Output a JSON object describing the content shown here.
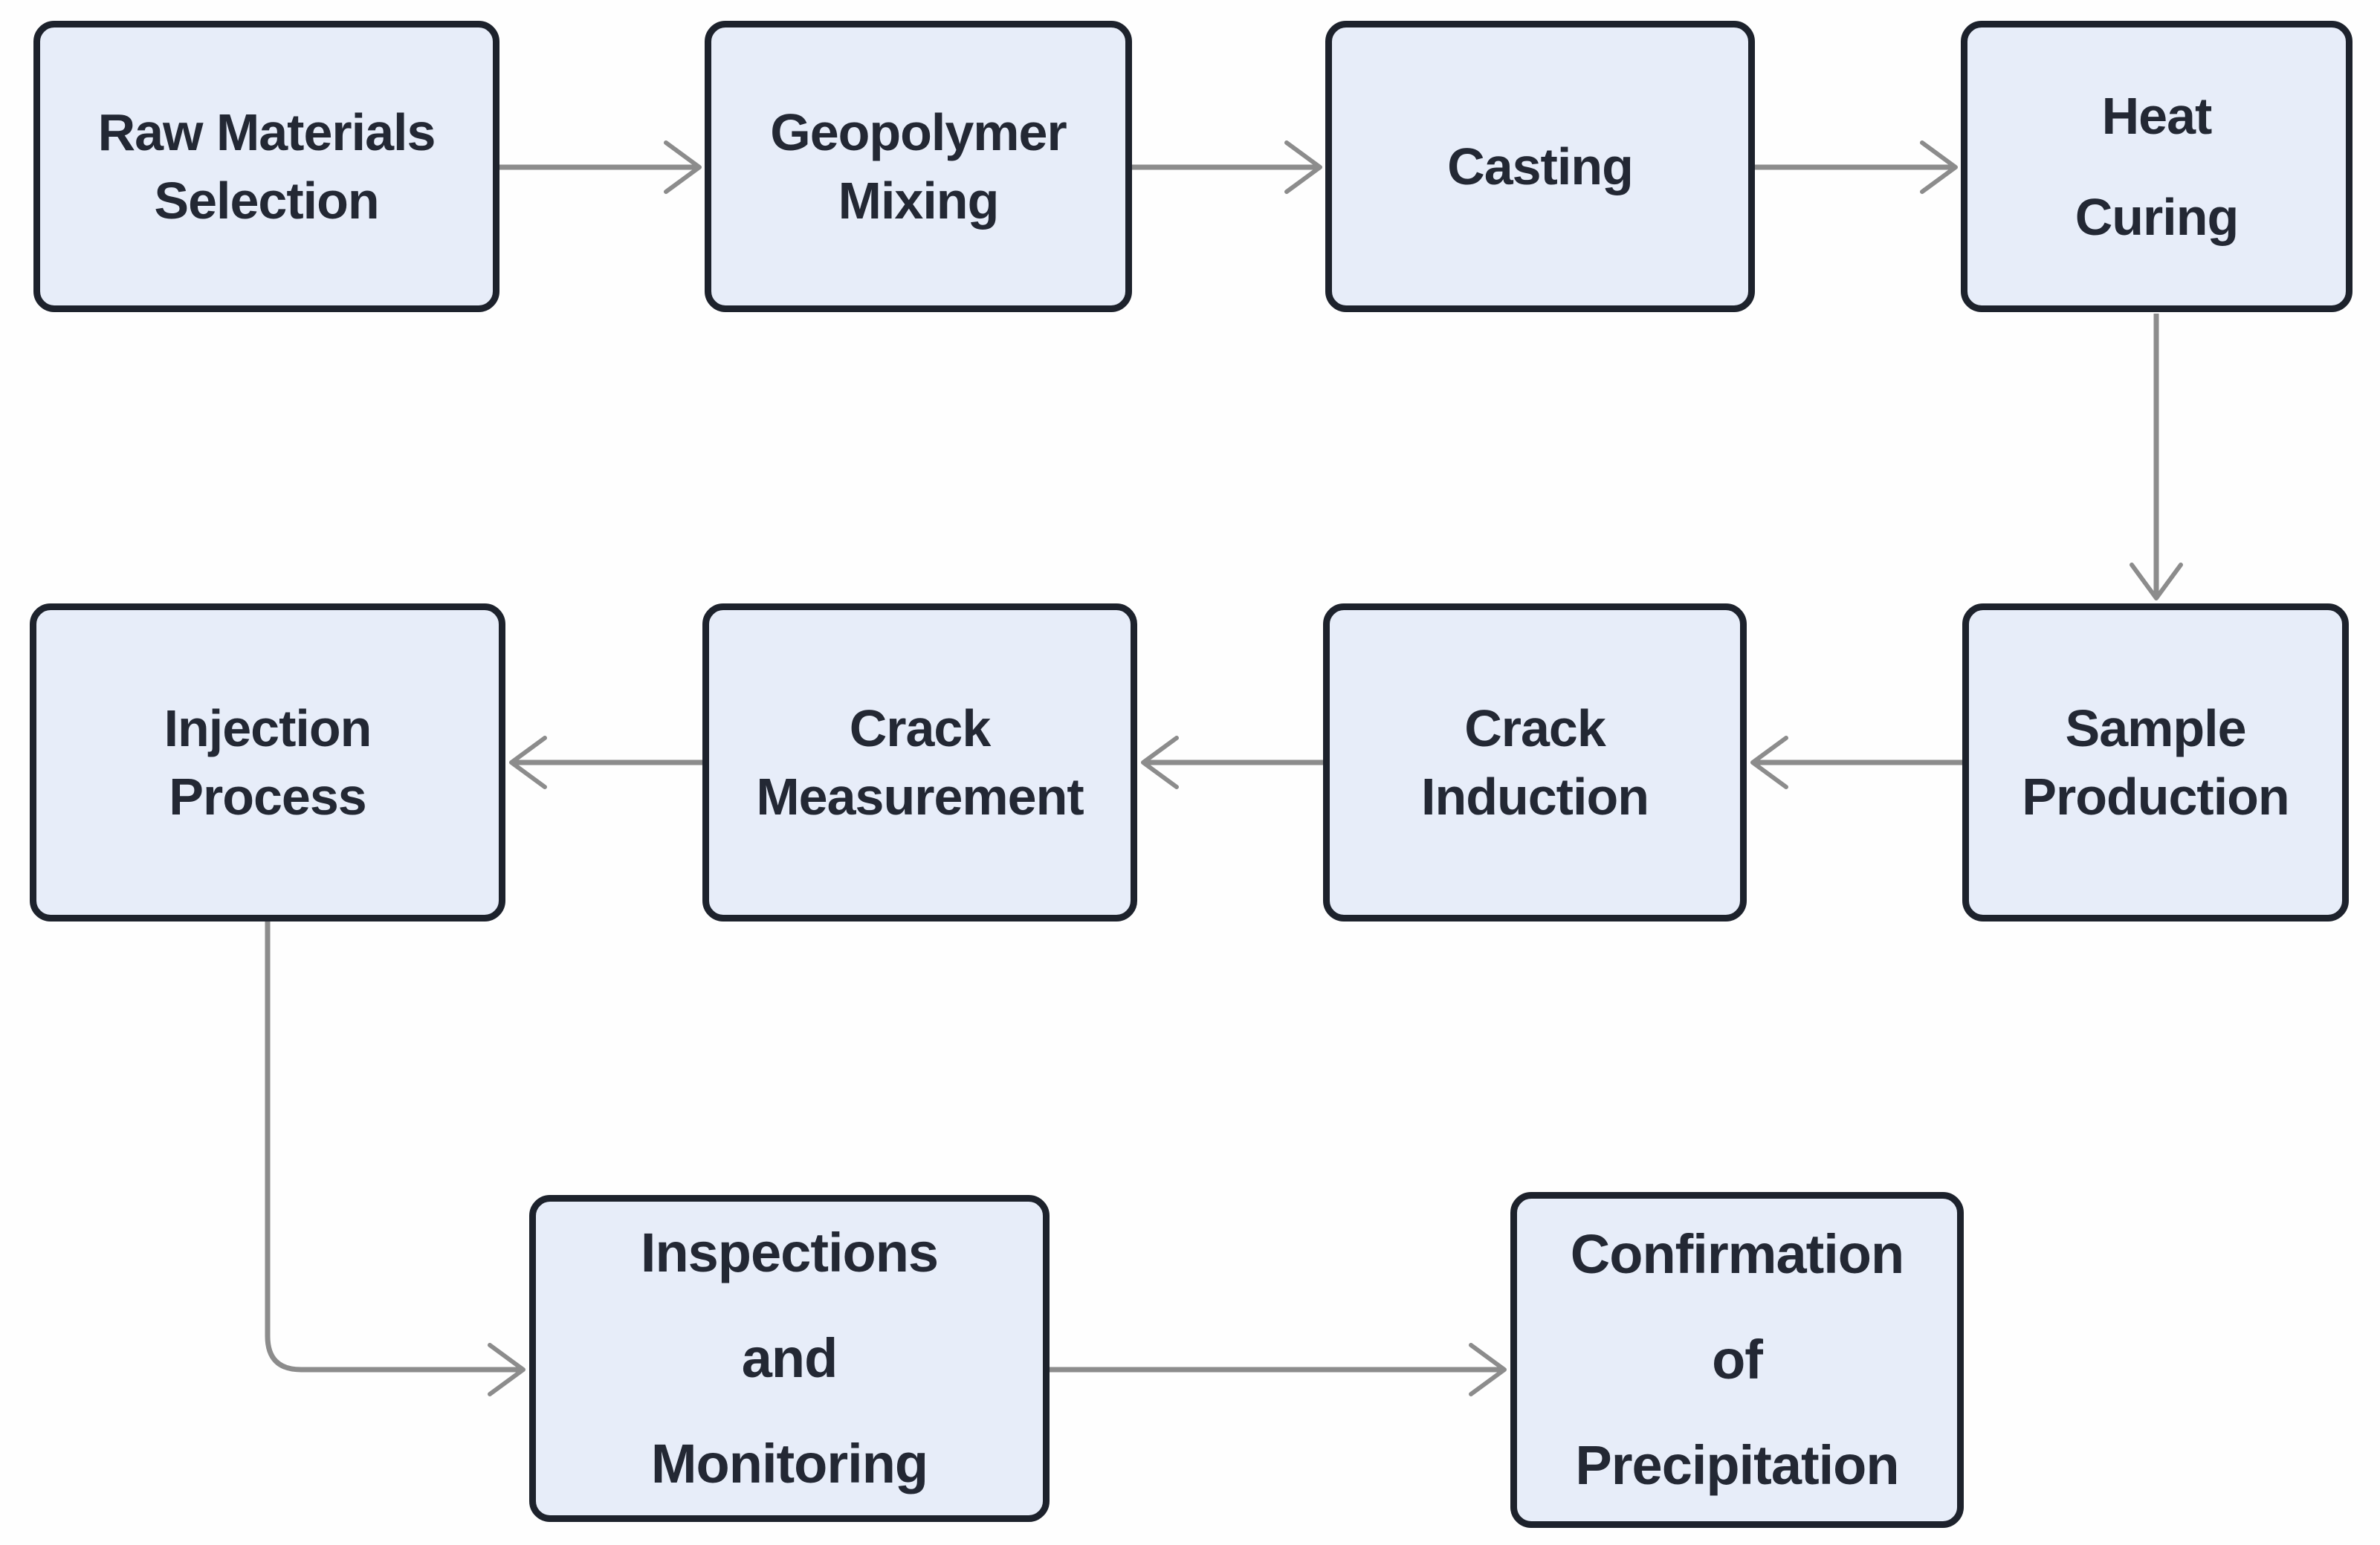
{
  "theme": {
    "background": "#fefefe",
    "node_fill": "#e7edf9",
    "node_border": "#1d222c",
    "text_color": "#232834",
    "arrow_color": "#8c8c8c"
  },
  "nodes": [
    {
      "id": "raw-materials-selection",
      "lines": [
        "Raw Materials",
        "Selection"
      ]
    },
    {
      "id": "geopolymer-mixing",
      "lines": [
        "Geopolymer",
        "Mixing"
      ]
    },
    {
      "id": "casting",
      "lines": [
        "Casting"
      ]
    },
    {
      "id": "heat-curing",
      "lines": [
        "Heat",
        "Curing"
      ]
    },
    {
      "id": "injection-process",
      "lines": [
        "Injection",
        "Process"
      ]
    },
    {
      "id": "crack-measurement",
      "lines": [
        "Crack",
        "Measurement"
      ]
    },
    {
      "id": "crack-induction",
      "lines": [
        "Crack",
        "Induction"
      ]
    },
    {
      "id": "sample-production",
      "lines": [
        "Sample",
        "Production"
      ]
    },
    {
      "id": "inspections-monitoring",
      "lines": [
        "Inspections",
        "and",
        "Monitoring"
      ]
    },
    {
      "id": "confirmation-precipitation",
      "lines": [
        "Confirmation",
        "of",
        "Precipitation"
      ]
    }
  ],
  "edges": [
    {
      "from": "raw-materials-selection",
      "to": "geopolymer-mixing"
    },
    {
      "from": "geopolymer-mixing",
      "to": "casting"
    },
    {
      "from": "casting",
      "to": "heat-curing"
    },
    {
      "from": "heat-curing",
      "to": "sample-production"
    },
    {
      "from": "sample-production",
      "to": "crack-induction"
    },
    {
      "from": "crack-induction",
      "to": "crack-measurement"
    },
    {
      "from": "crack-measurement",
      "to": "injection-process"
    },
    {
      "from": "injection-process",
      "to": "inspections-monitoring"
    },
    {
      "from": "inspections-monitoring",
      "to": "confirmation-precipitation"
    }
  ]
}
